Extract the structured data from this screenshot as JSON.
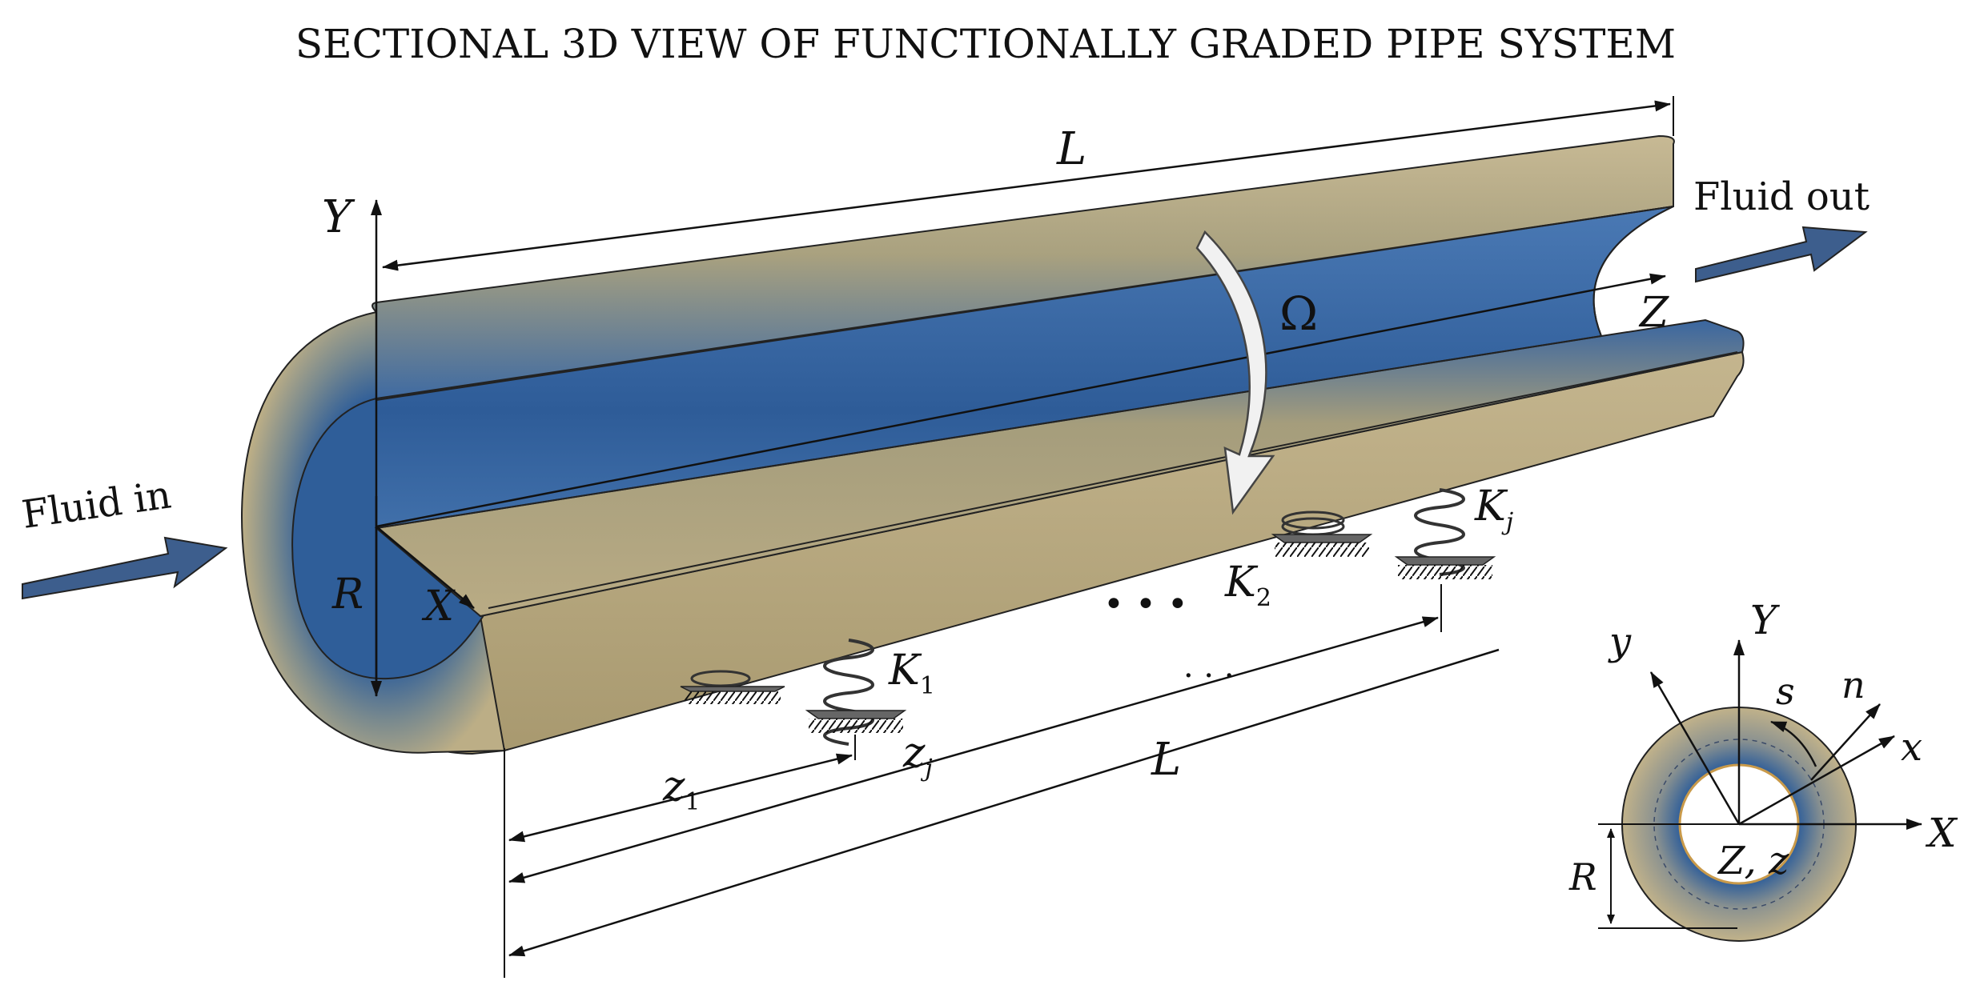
{
  "title": "SECTIONAL 3D VIEW OF FUNCTIONALLY GRADED PIPE SYSTEM",
  "labels": {
    "L": "L",
    "Y": "Y",
    "X": "X",
    "Z": "Z",
    "R": "R",
    "omega": "Ω",
    "fluid_in": "Fluid in",
    "fluid_out": "Fluid out",
    "ellipsis": "• • •",
    "dots_small": "· · ·",
    "K": "K",
    "sub_1": "1",
    "sub_2": "2",
    "sub_j": "j",
    "z": "z",
    "Zz": "Z, z",
    "y_local": "y",
    "x_local": "x",
    "s": "s",
    "n": "n"
  },
  "colors": {
    "outer": "#b3a47c",
    "blue": "#2f5e99",
    "arrow": "#3d5e8d",
    "line": "#111111"
  }
}
